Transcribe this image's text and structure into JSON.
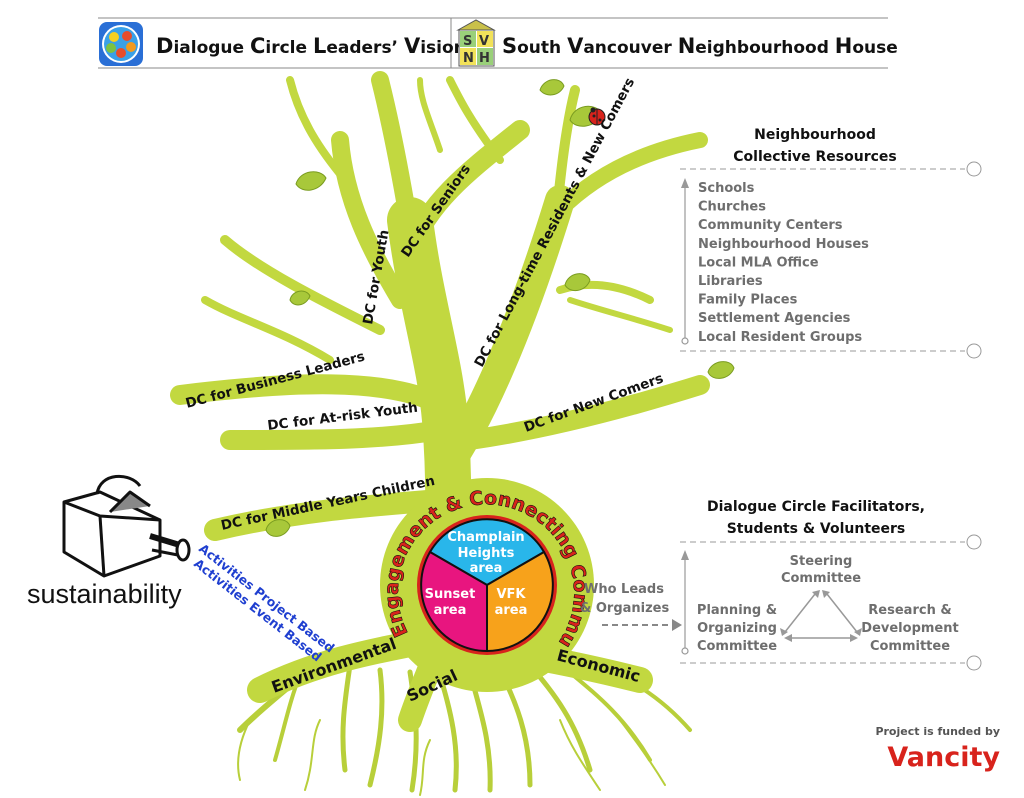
{
  "header": {
    "left_title_parts": [
      {
        "cap": "D",
        "rest": "ialogue "
      },
      {
        "cap": "C",
        "rest": "ircle "
      },
      {
        "cap": "L",
        "rest": "eaders’ "
      },
      {
        "cap": "V",
        "rest": "ision"
      }
    ],
    "right_title_parts": [
      {
        "cap": "S",
        "rest": "outh "
      },
      {
        "cap": "V",
        "rest": "ancouver "
      },
      {
        "cap": "N",
        "rest": "eighbourhood "
      },
      {
        "cap": "H",
        "rest": "ouse"
      }
    ],
    "svnh_logo_letters": [
      "S",
      "V",
      "N",
      "H"
    ]
  },
  "branches": {
    "youth": "DC for Youth",
    "seniors": "DC for Seniors",
    "long_time": "DC for Long-time Residents & New Comers",
    "business": "DC for Business Leaders",
    "at_risk": "DC for At-risk Youth",
    "new_comers": "DC for New Comers",
    "middle_years": "DC for Middle Years Children"
  },
  "resources": {
    "title_line1": "Neighbourhood",
    "title_line2": "Collective Resources",
    "items": [
      "Schools",
      "Churches",
      "Community Centers",
      "Neighbourhood Houses",
      "Local MLA Office",
      "Libraries",
      "Family Places",
      "Settlement Agencies",
      "Local Resident Groups"
    ]
  },
  "facilitators": {
    "title_line1": "Dialogue Circle Facilitators,",
    "title_line2": "Students & Volunteers",
    "who_leads_line1": "Who Leads",
    "who_leads_line2": "& Organizes",
    "steering_line1": "Steering",
    "steering_line2": "Committee",
    "planning_line1": "Planning &",
    "planning_line2": "Organizing",
    "planning_line3": "Committee",
    "research_line1": "Research &",
    "research_line2": "Development",
    "research_line3": "Committee"
  },
  "circle": {
    "arc_text_top": "Engagement & Connecting Communities",
    "champlain_line1": "Champlain",
    "champlain_line2": "Heights",
    "champlain_line3": "area",
    "sunset_line1": "Sunset",
    "sunset_line2": "area",
    "vfk_line1": "VFK",
    "vfk_line2": "area",
    "colors": {
      "champlain": "#29b6ea",
      "sunset": "#e8157f",
      "vfk": "#f7a21b",
      "ring": "#d8231c",
      "tree": "#c2d840"
    }
  },
  "roots": {
    "environmental": "Environmental",
    "social": "Social",
    "economic": "Economic"
  },
  "left": {
    "activities_project": "Activities Project Based",
    "activities_event": "Activities Event Based",
    "sustainability": "sustainability"
  },
  "footer": {
    "funded_by": "Project is funded by",
    "vancity": "Vancity"
  }
}
